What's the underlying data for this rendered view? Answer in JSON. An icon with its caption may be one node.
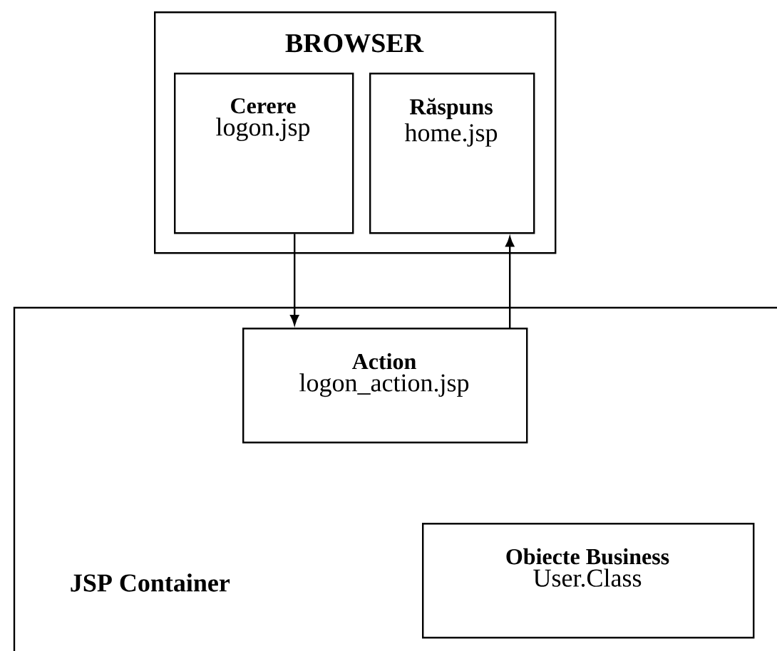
{
  "diagram": {
    "nodes": [
      {
        "text": [
          "BROWSER"
        ]
      },
      {
        "text": [
          "Cerere",
          "logon.jsp"
        ],
        "in": 0
      },
      {
        "text": [
          "Răspuns",
          "home.jsp"
        ],
        "in": 0
      },
      {
        "text": [
          "JSP Container"
        ]
      },
      {
        "text": [
          "Action",
          "logon_action.jsp"
        ],
        "in": 3
      },
      {
        "text": [
          "Obiecte Business",
          "User.Class"
        ],
        "in": 3
      }
    ],
    "edges": [
      {
        "from": 1,
        "to": 4,
        "arrow": "to"
      },
      {
        "from": 4,
        "to": 2,
        "arrow": "to"
      }
    ]
  }
}
